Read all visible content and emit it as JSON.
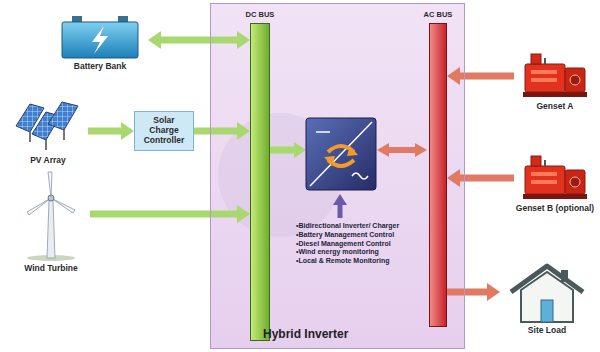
{
  "diagram": {
    "nodes": [
      {
        "text": [
          "Battery Bank"
        ]
      },
      {
        "text": [
          "PV Array"
        ]
      },
      {
        "text": [
          "Solar Charge Controller"
        ]
      },
      {
        "text": [
          "Wind Turbine"
        ]
      },
      {
        "text": [
          "Hybrid Inverter"
        ]
      },
      {
        "text": [
          "DC BUS"
        ],
        "in": 4
      },
      {
        "text": [
          "AC BUS"
        ],
        "in": 4
      },
      {
        "text": [
          "Genset A"
        ]
      },
      {
        "text": [
          "Genset B (optional)"
        ]
      },
      {
        "text": [
          "Site Load"
        ]
      }
    ],
    "edges": [
      {
        "from": 0,
        "to": 5,
        "arrow": "both"
      },
      {
        "from": 1,
        "to": 2,
        "arrow": "to"
      },
      {
        "from": 2,
        "to": 5,
        "arrow": "to"
      },
      {
        "from": 3,
        "to": 5,
        "arrow": "to"
      },
      {
        "from": 7,
        "to": 6,
        "arrow": "to"
      },
      {
        "from": 8,
        "to": 6,
        "arrow": "to"
      },
      {
        "from": 6,
        "to": 9,
        "arrow": "to"
      }
    ],
    "labels": [
      "•Bidirectional Inverter/ Charger",
      "•Battery Management Control",
      "•Diesel Management Control",
      "•Wind energy monitoring",
      "•Local & Remote Monitoring"
    ]
  }
}
